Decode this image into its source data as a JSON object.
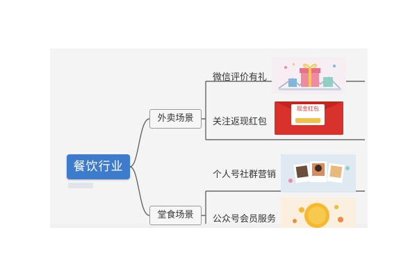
{
  "root": {
    "label": "餐饮行业"
  },
  "branches": [
    {
      "label": "外卖场景",
      "leaves": [
        {
          "label": "微信评价有礼",
          "image": "gift-box-illustration"
        },
        {
          "label": "关注返现红包",
          "image": "red-envelope-illustration",
          "image_text": "现金红包"
        }
      ]
    },
    {
      "label": "堂食场景",
      "leaves": [
        {
          "label": "个人号社群营销",
          "image": "group-photos-illustration"
        },
        {
          "label": "公众号会员服务",
          "image": "coins-illustration"
        }
      ]
    }
  ],
  "colors": {
    "root_node": "#3d7bcc",
    "connector": "#666666",
    "envelope": "#d9322c",
    "coin": "#f5b82e"
  }
}
